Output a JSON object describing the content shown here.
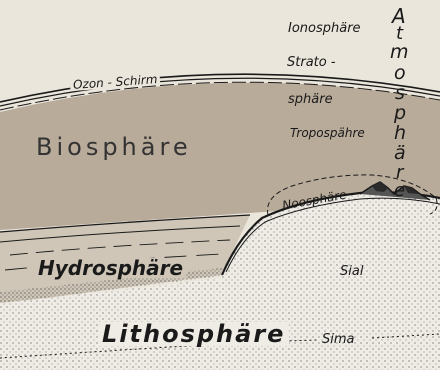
{
  "labels": {
    "ionosphaere": "Ionosphäre",
    "strato": "Strato -",
    "sphaere": "sphäre",
    "troposphaere": "Tropospähre",
    "ozon_schirm": "Ozon - Schirm",
    "biosphaere": "Biosphäre",
    "noosphaere": "Noosphäre",
    "hydrosphaere": "Hydrosphäre",
    "sial": "Sial",
    "sima": "Sima",
    "lithosphaere": "Lithosphäre",
    "atmosphaere_letters": [
      "A",
      "t",
      "m",
      "o",
      "s",
      "p",
      "h",
      "ä",
      "r",
      "e"
    ]
  },
  "colors": {
    "paper": "#ebe6dc",
    "biosphere": "#b9ab9a",
    "ink": "#1a1a1a",
    "lithosphere": "#efece6"
  }
}
